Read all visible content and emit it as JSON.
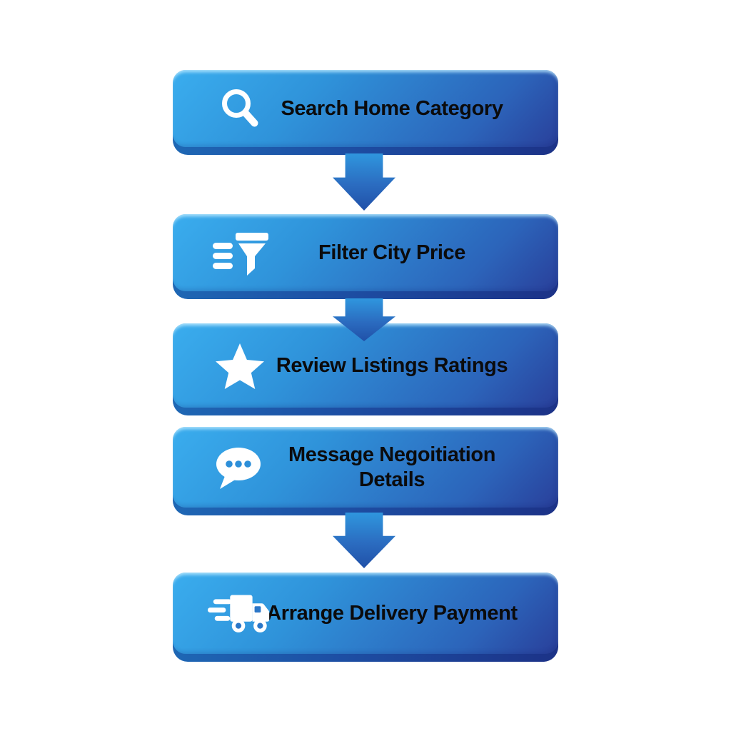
{
  "page": {
    "background": "#ffffff"
  },
  "diagram": {
    "type": "flowchart",
    "direction": "vertical",
    "box_gradient": {
      "top_left": "#36a6ea",
      "middle": "#2c6fc4",
      "bottom_right": "#293f9a"
    },
    "bevel_color": "#1c3a8e",
    "arrow_gradient": {
      "top": "#2f96de",
      "bottom": "#2050a8"
    },
    "text_color": "#0b0b0c",
    "icon_color": "#ffffff",
    "icon_cutout_color": "#2d8fd9",
    "steps": [
      {
        "label": "Search Home Category",
        "icon": "search-icon",
        "arrow_after": true
      },
      {
        "label": "Filter City Price",
        "icon": "filter-icon",
        "arrow_after": true
      },
      {
        "label": "Review Listings Ratings",
        "icon": "star-icon",
        "arrow_after": false
      },
      {
        "label": "Message Negoitiation Details",
        "icon": "chat-bubble-icon",
        "arrow_after": true
      },
      {
        "label": "Arrange Delivery Payment",
        "icon": "delivery-truck-icon",
        "arrow_after": false
      }
    ]
  }
}
